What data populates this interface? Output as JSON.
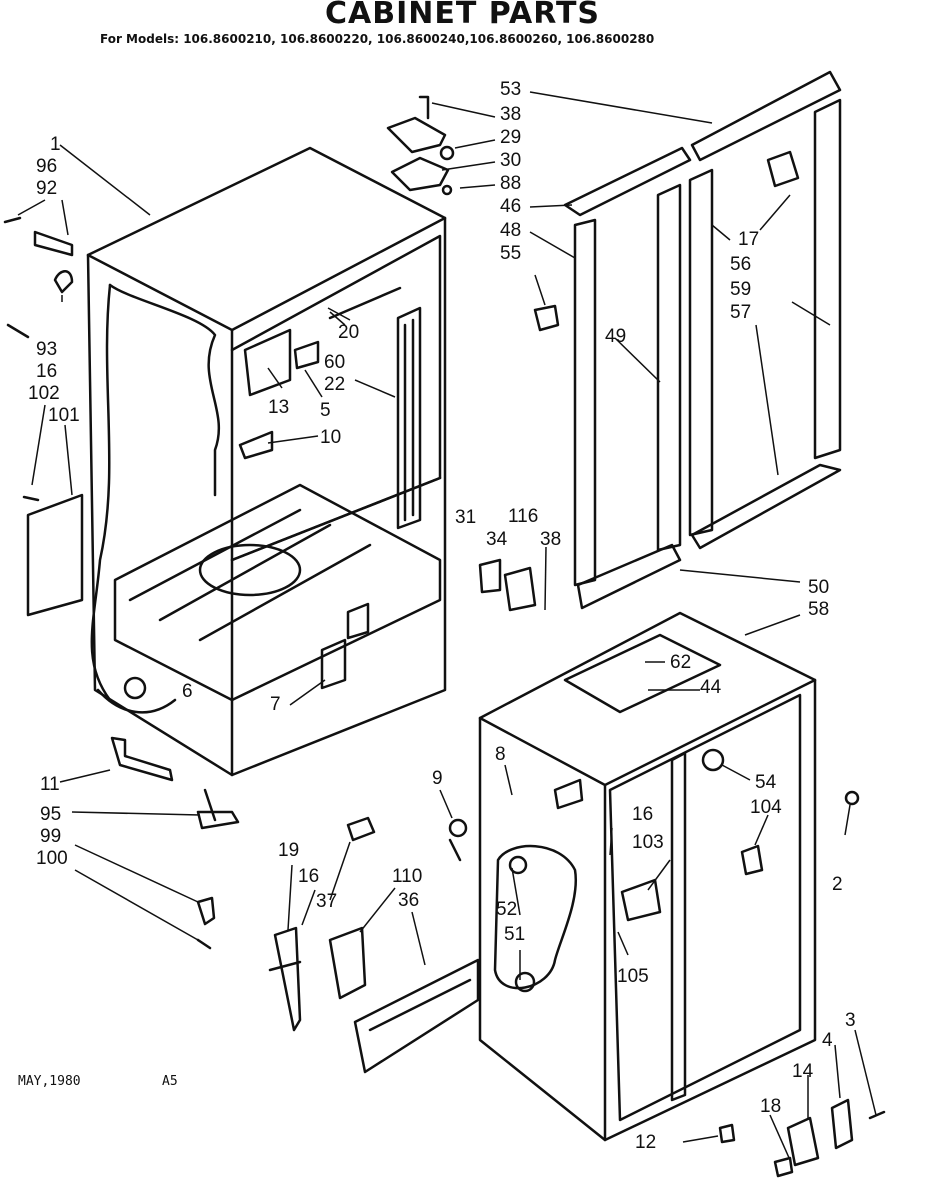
{
  "title": "CABINET PARTS",
  "subtitle": "For Models: 106.8600210, 106.8600220, 106.8600240,106.8600260, 106.8600280",
  "footer": {
    "date": "MAY,1980",
    "code": "A5"
  },
  "callouts": {
    "c1": "1",
    "c96": "96",
    "c92": "92",
    "c93": "93",
    "c16a": "16",
    "c102": "102",
    "c101": "101",
    "c53": "53",
    "c38a": "38",
    "c29": "29",
    "c30": "30",
    "c88": "88",
    "c46": "46",
    "c48": "48",
    "c55": "55",
    "c17": "17",
    "c56": "56",
    "c59": "59",
    "c57": "57",
    "c49": "49",
    "c20": "20",
    "c60": "60",
    "c22": "22",
    "c13": "13",
    "c5": "5",
    "c10": "10",
    "c31": "31",
    "c34": "34",
    "c116": "116",
    "c38b": "38",
    "c50": "50",
    "c58": "58",
    "c62": "62",
    "c44": "44",
    "c8": "8",
    "c9": "9",
    "c54": "54",
    "c104": "104",
    "c2": "2",
    "c16b": "16",
    "c103": "103",
    "c52": "52",
    "c51": "51",
    "c105": "105",
    "c7": "7",
    "c6": "6",
    "c11": "11",
    "c95": "95",
    "c99": "99",
    "c100": "100",
    "c19": "19",
    "c16c": "16",
    "c37": "37",
    "c110": "110",
    "c36": "36",
    "c3": "3",
    "c4": "4",
    "c14": "14",
    "c18": "18",
    "c12": "12"
  }
}
